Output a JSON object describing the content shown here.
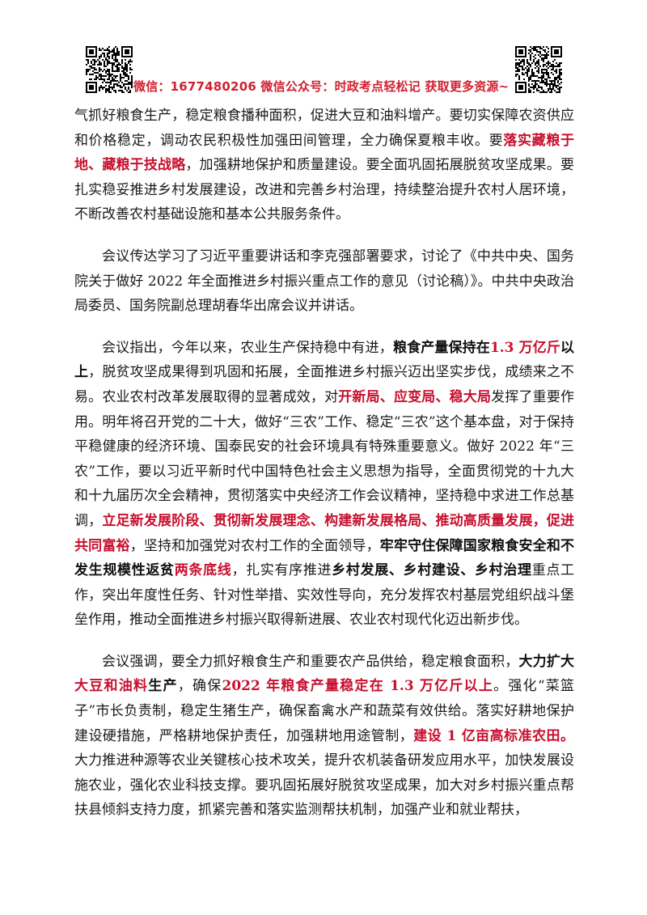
{
  "header": {
    "text": "微信：1677480206  微信公众号：时政考点轻松记  获取更多资源~",
    "qr_left_icon": "qr-code-icon",
    "qr_right_icon": "qr-code-icon",
    "accent_color": "#d21f2f",
    "emphasis_color": "#c8102e"
  },
  "paragraphs": [
    {
      "indent": false,
      "runs": [
        {
          "s": "n",
          "t": "气抓好粮食生产，稳定粮食播种面积，促进大豆和油料增产。要切实保障农资供应和价格稳定，调动农民积极性加强田间管理，全力确保夏粮丰收。要"
        },
        {
          "s": "r",
          "t": "落实藏粮于地、藏粮于技战略"
        },
        {
          "s": "n",
          "t": "，加强耕地保护和质量建设。要全面巩固拓展脱贫攻坚成果。要扎实稳妥推进乡村发展建设，改进和完善乡村治理，持续整治提升农村人居环境，不断改善农村基础设施和基本公共服务条件。"
        }
      ]
    },
    {
      "indent": true,
      "runs": [
        {
          "s": "n",
          "t": "会议传达学习了习近平重要讲话和李克强部署要求，讨论了《中共中央、国务院关于做好 2022 年全面推进乡村振兴重点工作的意见（讨论稿）》。中共中央政治局委员、国务院副总理胡春华出席会议并讲话。"
        }
      ]
    },
    {
      "indent": true,
      "runs": [
        {
          "s": "n",
          "t": "会议指出，今年以来，农业生产保持稳中有进，"
        },
        {
          "s": "b",
          "t": "粮食产量保持在"
        },
        {
          "s": "r",
          "t": "1.3 万亿斤"
        },
        {
          "s": "b",
          "t": "以上"
        },
        {
          "s": "n",
          "t": "，脱贫攻坚成果得到巩固和拓展，全面推进乡村振兴迈出坚实步伐，成绩来之不易。农业农村改革发展取得的显著成效，对"
        },
        {
          "s": "r",
          "t": "开新局、应变局、稳大局"
        },
        {
          "s": "n",
          "t": "发挥了重要作用。明年将召开党的二十大，做好“三农”工作、稳定“三农”这个基本盘，对于保持平稳健康的经济环境、国泰民安的社会环境具有特殊重要意义。做好 2022 年“三农”工作，要以习近平新时代中国特色社会主义思想为指导，全面贯彻党的十九大和十九届历次全会精神，贯彻落实中央经济工作会议精神，坚持稳中求进工作总基调，"
        },
        {
          "s": "r",
          "t": "立足新发展阶段、贯彻新发展理念、构建新发展格局、推动高质量发展，促进共同富裕"
        },
        {
          "s": "n",
          "t": "，坚持和加强党对农村工作的全面领导，"
        },
        {
          "s": "b",
          "t": "牢牢守住保障国家粮食安全和不发生规模性返贫"
        },
        {
          "s": "r",
          "t": "两条底线"
        },
        {
          "s": "n",
          "t": "，扎实有序推进"
        },
        {
          "s": "b",
          "t": "乡村发展、乡村建设、乡村治理"
        },
        {
          "s": "n",
          "t": "重点工作，突出年度性任务、针对性举措、实效性导向，充分发挥农村基层党组织战斗堡垒作用，推动全面推进乡村振兴取得新进展、农业农村现代化迈出新步伐。"
        }
      ]
    },
    {
      "indent": true,
      "runs": [
        {
          "s": "n",
          "t": "会议强调，要全力抓好粮食生产和重要农产品供给，稳定粮食面积，"
        },
        {
          "s": "b",
          "t": "大力扩大"
        },
        {
          "s": "r",
          "t": "大豆和油料"
        },
        {
          "s": "b",
          "t": "生产"
        },
        {
          "s": "n",
          "t": "，确保"
        },
        {
          "s": "r",
          "t": "2022 年粮食产量稳定在 1.3 万亿斤以上"
        },
        {
          "s": "n",
          "t": "。强化“菜篮子”市长负责制，稳定生猪生产，确保畜禽水产和蔬菜有效供给。落实好耕地保护建设硬措施，严格耕地保护责任，加强耕地用途管制，"
        },
        {
          "s": "r",
          "t": "建设 1 亿亩高标准农田。"
        },
        {
          "s": "n",
          "t": "大力推进种源等农业关键核心技术攻关，提升农机装备研发应用水平，加快发展设施农业，强化农业科技支撑。要巩固拓展好脱贫攻坚成果，加大对乡村振兴重点帮扶县倾斜支持力度，抓紧完善和落实监测帮扶机制，加强产业和就业帮扶，"
        }
      ]
    }
  ]
}
